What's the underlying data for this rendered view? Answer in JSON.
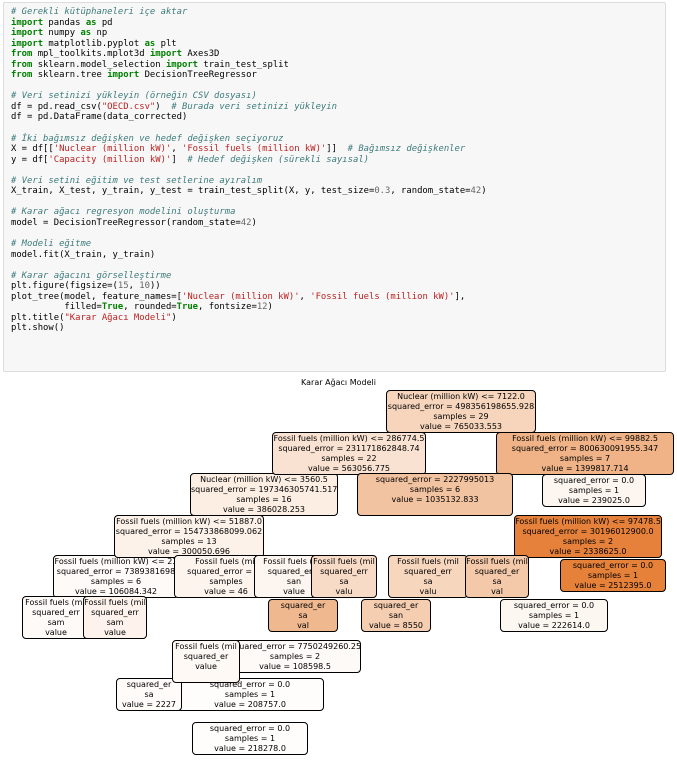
{
  "code_cell": {
    "lines": [
      [
        {
          "t": "# Gerekli kütüphaneleri içe aktar",
          "c": "cm"
        }
      ],
      [
        {
          "t": "import",
          "c": "kw"
        },
        {
          "t": " pandas "
        },
        {
          "t": "as",
          "c": "kw"
        },
        {
          "t": " pd"
        }
      ],
      [
        {
          "t": "import",
          "c": "kw"
        },
        {
          "t": " numpy "
        },
        {
          "t": "as",
          "c": "kw"
        },
        {
          "t": " np"
        }
      ],
      [
        {
          "t": "import",
          "c": "kw"
        },
        {
          "t": " matplotlib.pyplot "
        },
        {
          "t": "as",
          "c": "kw"
        },
        {
          "t": " plt"
        }
      ],
      [
        {
          "t": "from",
          "c": "kw"
        },
        {
          "t": " mpl_toolkits.mplot3d "
        },
        {
          "t": "import",
          "c": "kw"
        },
        {
          "t": " Axes3D"
        }
      ],
      [
        {
          "t": "from",
          "c": "kw"
        },
        {
          "t": " sklearn.model_selection "
        },
        {
          "t": "import",
          "c": "kw"
        },
        {
          "t": " train_test_split"
        }
      ],
      [
        {
          "t": "from",
          "c": "kw"
        },
        {
          "t": " sklearn.tree "
        },
        {
          "t": "import",
          "c": "kw"
        },
        {
          "t": " DecisionTreeRegressor"
        }
      ],
      [],
      [
        {
          "t": "# Veri setinizi yükleyin (örneğin CSV dosyası)",
          "c": "cm"
        }
      ],
      [
        {
          "t": "df = pd.read_csv("
        },
        {
          "t": "\"OECD.csv\"",
          "c": "st"
        },
        {
          "t": ")  "
        },
        {
          "t": "# Burada veri setinizi yükleyin",
          "c": "cm"
        }
      ],
      [
        {
          "t": "df = pd.DataFrame(data_corrected)"
        }
      ],
      [],
      [
        {
          "t": "# İki bağımsız değişken ve hedef değişken seçiyoruz",
          "c": "cm"
        }
      ],
      [
        {
          "t": "X = df[["
        },
        {
          "t": "'Nuclear (million kW)'",
          "c": "st"
        },
        {
          "t": ", "
        },
        {
          "t": "'Fossil fuels (million kW)'",
          "c": "st"
        },
        {
          "t": "]]  "
        },
        {
          "t": "# Bağımsız değişkenler",
          "c": "cm"
        }
      ],
      [
        {
          "t": "y = df["
        },
        {
          "t": "'Capacity (million kW)'",
          "c": "st"
        },
        {
          "t": "]  "
        },
        {
          "t": "# Hedef değişken (sürekli sayısal)",
          "c": "cm"
        }
      ],
      [],
      [
        {
          "t": "# Veri setini eğitim ve test setlerine ayıralım",
          "c": "cm"
        }
      ],
      [
        {
          "t": "X_train, X_test, y_train, y_test = train_test_split(X, y, test_size="
        },
        {
          "t": "0.3",
          "c": "nu"
        },
        {
          "t": ", random_state="
        },
        {
          "t": "42",
          "c": "nu"
        },
        {
          "t": ")"
        }
      ],
      [],
      [
        {
          "t": "# Karar ağacı regresyon modelini oluşturma",
          "c": "cm"
        }
      ],
      [
        {
          "t": "model = DecisionTreeRegressor(random_state="
        },
        {
          "t": "42",
          "c": "nu"
        },
        {
          "t": ")"
        }
      ],
      [],
      [
        {
          "t": "# Modeli eğitme",
          "c": "cm"
        }
      ],
      [
        {
          "t": "model.fit(X_train, y_train)"
        }
      ],
      [],
      [
        {
          "t": "# Karar ağacını görselleştirme",
          "c": "cm"
        }
      ],
      [
        {
          "t": "plt.figure(figsize=("
        },
        {
          "t": "15",
          "c": "nu"
        },
        {
          "t": ", "
        },
        {
          "t": "10",
          "c": "nu"
        },
        {
          "t": "))"
        }
      ],
      [
        {
          "t": "plot_tree(model, feature_names=["
        },
        {
          "t": "'Nuclear (million kW)'",
          "c": "st"
        },
        {
          "t": ", "
        },
        {
          "t": "'Fossil fuels (million kW)'",
          "c": "st"
        },
        {
          "t": "],"
        }
      ],
      [
        {
          "t": "          filled="
        },
        {
          "t": "True",
          "c": "kw"
        },
        {
          "t": ", rounded="
        },
        {
          "t": "True",
          "c": "kw"
        },
        {
          "t": ", fontsize="
        },
        {
          "t": "12",
          "c": "nu"
        },
        {
          "t": ")"
        }
      ],
      [
        {
          "t": "plt.title("
        },
        {
          "t": "\"Karar Ağacı Modeli\"",
          "c": "st"
        },
        {
          "t": ")"
        }
      ],
      [
        {
          "t": "plt.show()"
        }
      ]
    ]
  },
  "tree_plot": {
    "title": "Karar Ağacı Modeli",
    "nodes": [
      {
        "lines": [
          "squared_error = 0.0",
          "samples = 1",
          "value = 218278.0"
        ],
        "color": "#fffdfc"
      },
      {
        "lines": [
          "squared_error = 0.0",
          "samples = 1",
          "value = 208757.0"
        ],
        "color": "#fffdfb"
      },
      {
        "lines": [
          "squared_error = 7750249260.25",
          "samples = 2",
          "value = 108598.5"
        ],
        "color": "#fefaf8"
      },
      {
        "lines": [
          "Fossil fuels (million kW) <= 23",
          "squared_error = 7389381698",
          "samples = 6",
          "value = 106084.342"
        ],
        "color": "#fefaf8"
      },
      {
        "lines": [
          "Fossil fuels (million kW) <= 51887.0",
          "squared_error = 154733868099.062",
          "samples = 13",
          "value = 300050.696"
        ],
        "color": "#fdf2ea"
      },
      {
        "lines": [
          "Nuclear (million kW) <= 3560.5",
          "squared_error = 197346305741.517",
          "samples = 16",
          "value = 386028.253"
        ],
        "color": "#fceee3"
      },
      {
        "lines": [
          "Fossil fuels (million kW) <= 286774.5",
          "squared_error = 231171862848.74",
          "samples = 22",
          "value = 563056.775"
        ],
        "color": "#f9e2d1"
      },
      {
        "lines": [
          "Nuclear (million kW) <= 7122.0",
          "squared_error = 498356198655.928",
          "samples = 29",
          "value = 765033.553"
        ],
        "color": "#f6d5bc"
      },
      {
        "lines": [
          "Fossil fuels (million kW) <= 99882.5",
          "squared_error = 800630091955.347",
          "samples = 7",
          "value = 1399817.714"
        ],
        "color": "#efb387"
      },
      {
        "lines": [
          "squared_error = 0.0",
          "samples = 1",
          "value = 239025.0"
        ],
        "color": "#fdf6f0"
      },
      {
        "lines": [
          "Fossil fuels (million kW) <= 97478.5",
          "squared_error = 30196012900.0",
          "samples = 2",
          "value = 2338625.0"
        ],
        "color": "#e5813a"
      },
      {
        "lines": [
          "squared_error = 0.0",
          "samples = 1",
          "value = 2512395.0"
        ],
        "color": "#e58139"
      },
      {
        "lines": [
          "squared_error = 0.0",
          "samples = 1",
          "value = 222614.0"
        ],
        "color": "#fdf7f2"
      },
      {
        "lines": [
          "squared_error = 2227995013",
          "samples = 6",
          "value = 1035132.833"
        ],
        "color": "#f2c3a0"
      },
      {
        "lines": [
          "Fossil fuels (mil",
          "squared_err",
          "sam",
          "value"
        ],
        "color": "#fefaf7"
      },
      {
        "lines": [
          "Fossil fuels (mil",
          "squared_err",
          "sam",
          "value"
        ],
        "color": "#fdf3ec"
      },
      {
        "lines": [
          "Fossil fuels (mil",
          "squared_error = 22",
          "samples",
          "value = 46"
        ],
        "color": "#fdf4ee"
      },
      {
        "lines": [
          "Fossil fuels (mil",
          "squared_erro",
          "san",
          "value"
        ],
        "color": "#fdf5ef"
      },
      {
        "lines": [
          "Fossil fuels (mil",
          "squared_err",
          "sa",
          "valu"
        ],
        "color": "#f8dbc6"
      },
      {
        "lines": [
          "Fossil fuels (mil",
          "squared_err",
          "sa",
          "valu"
        ],
        "color": "#f7d6be"
      },
      {
        "lines": [
          "Fossil fuels (mil",
          "squared_er",
          "sa",
          "val"
        ],
        "color": "#f4c9aa"
      },
      {
        "lines": [
          "squared_er",
          "sa",
          "val"
        ],
        "color": "#f0b88f"
      },
      {
        "lines": [
          "squared_er",
          "san",
          "value = 8550"
        ],
        "color": "#f5cdb0"
      },
      {
        "lines": [
          "squared_er",
          "sa",
          "value = 2227"
        ],
        "color": "#fefbf9"
      },
      {
        "lines": [
          "Fossil fuels (mil",
          "squared_er",
          "value"
        ],
        "color": "#fef9f5"
      }
    ]
  }
}
